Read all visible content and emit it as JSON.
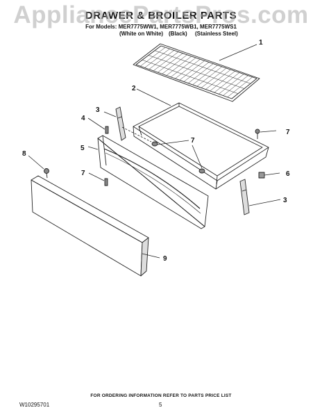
{
  "watermark": "AppliancePartsPros.com",
  "header": {
    "title": "DRAWER & BROILER PARTS",
    "models": "For Models: MER7775WW1, MER7775WB1, MER7775WS1",
    "color_white": "(White on White)",
    "color_black": "(Black)",
    "color_steel": "(Stainless Steel)"
  },
  "callouts": {
    "c1": "1",
    "c2": "2",
    "c3a": "3",
    "c3b": "3",
    "c4": "4",
    "c5": "5",
    "c6": "6",
    "c7a": "7",
    "c7b": "7",
    "c7c": "7",
    "c8": "8",
    "c9": "9"
  },
  "footer": {
    "note": "FOR ORDERING INFORMATION REFER TO PARTS PRICE LIST",
    "doc_number": "W10295701",
    "page_number": "5"
  }
}
